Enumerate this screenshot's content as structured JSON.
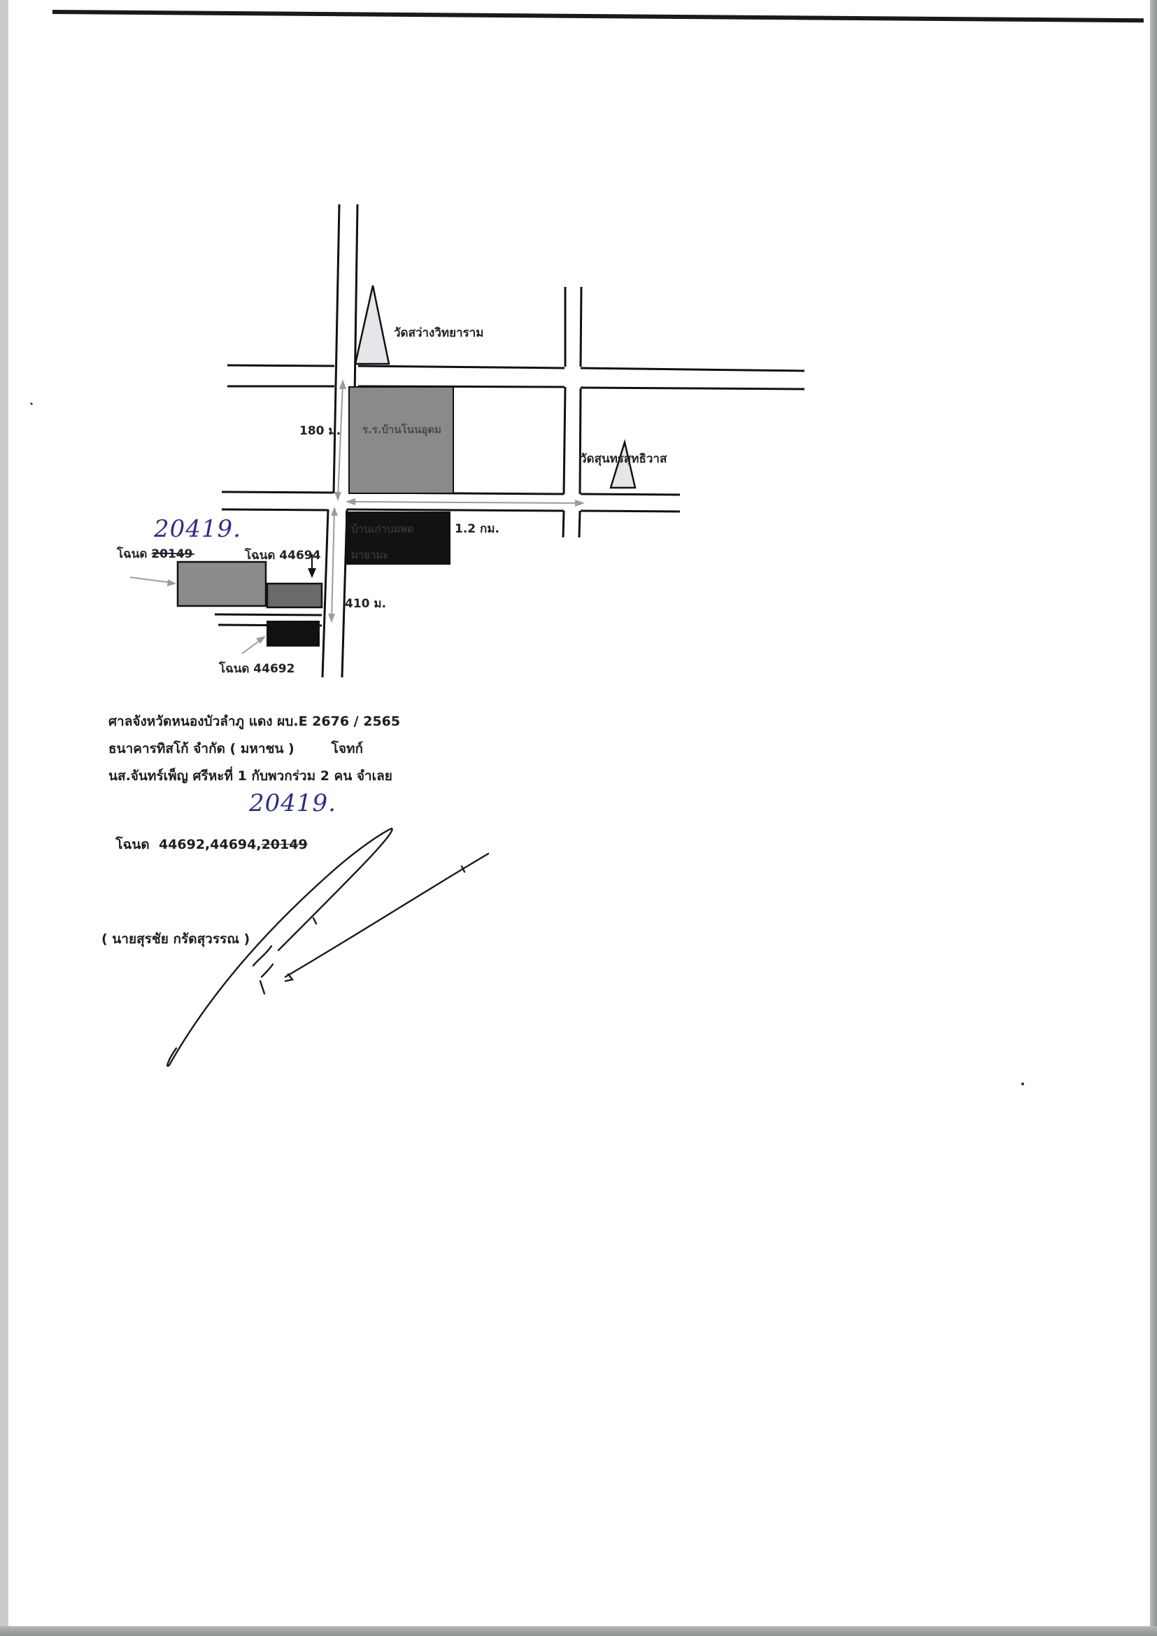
{
  "map": {
    "landmarks": {
      "temple_north": "วัดสว่างวิทยาราม",
      "temple_east": "วัดสุนทรสุทธิวาส",
      "school": "ร.ร.บ้านโนนอุดม",
      "dark_building": [
        "บ้านเก่าบมพด",
        "มายามะ"
      ]
    },
    "distances": {
      "north": "180 ม.",
      "east": "1.2 กม.",
      "south": "410 ม."
    },
    "parcels": {
      "left_label": "โฉนด",
      "left_number_struck": "20149",
      "left_number_handwritten": "20419.",
      "middle_label": "โฉนด 44694",
      "bottom_label": "โฉนด 44692"
    }
  },
  "case_info": {
    "line1": "ศาลจังหวัดหนองบัวลำภู แดง ผบ.E 2676 / 2565",
    "line2": "ธนาคารทิสโก้ จำกัด ( มหาชน )        โจทก์",
    "line3": "นส.จันทร์เพ็ญ ศรีหะที่ 1 กับพวกร่วม 2 คน จำเลย",
    "deeds_prefix": "โฉนด  44692,44694,",
    "deeds_struck": "20149",
    "deeds_handwritten": "20419."
  },
  "signature": {
    "name": "( นายสุรชัย กรัดสุวรรณ )"
  }
}
